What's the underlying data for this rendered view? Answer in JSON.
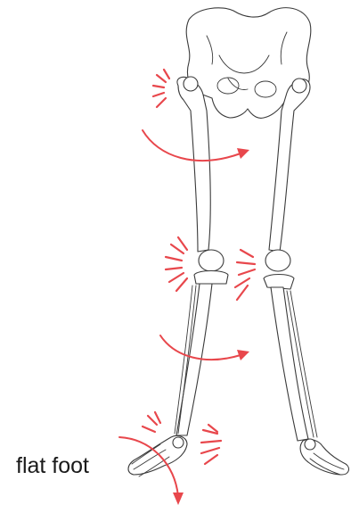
{
  "label": {
    "text": "flat foot"
  },
  "colors": {
    "pain": "#e8474c",
    "bone_outline": "#3a3a3a",
    "background": "#ffffff"
  },
  "icons": {
    "pain_bursts": [
      "pain-burst-icon-hip",
      "pain-burst-icon-knee-left",
      "pain-burst-icon-knee-right",
      "pain-burst-icon-ankle-left",
      "pain-burst-icon-ankle-right"
    ],
    "rotation_arrows": [
      "rotation-arrow-icon-thigh",
      "rotation-arrow-icon-shin",
      "rotation-arrow-icon-foot"
    ]
  }
}
